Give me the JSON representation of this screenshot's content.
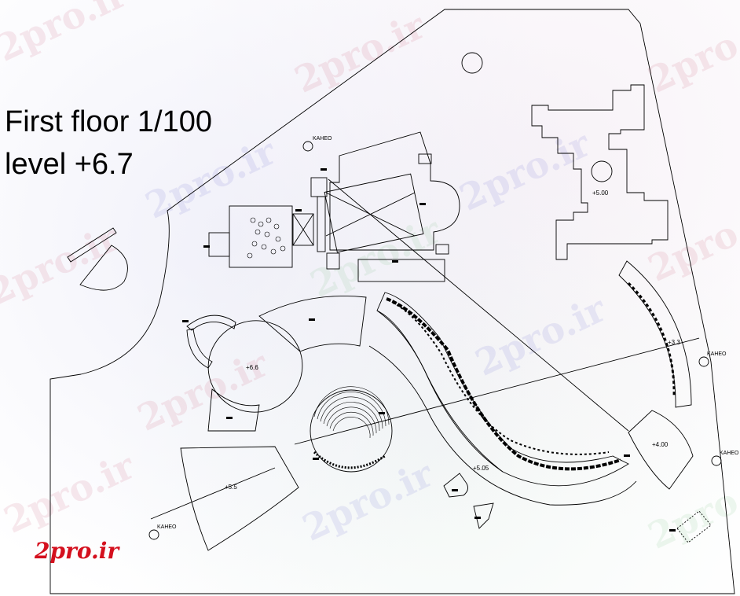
{
  "title": {
    "line1": "First floor 1/100",
    "line2": "level +6.7"
  },
  "watermark": "2pro.ir",
  "brand_logo": "2pro.ir",
  "levels": {
    "oval_hall": "+6.6",
    "courtyard_block": "+5.00",
    "right_arc": "+3.3",
    "right_pavilion": "+4.00",
    "center_arc": "+5.05",
    "left_pavilion": "+5.5"
  },
  "north_label": "KAHEO",
  "colors": {
    "line": "#000000",
    "brand": "#d4101e",
    "watermark": "#d2788c"
  }
}
